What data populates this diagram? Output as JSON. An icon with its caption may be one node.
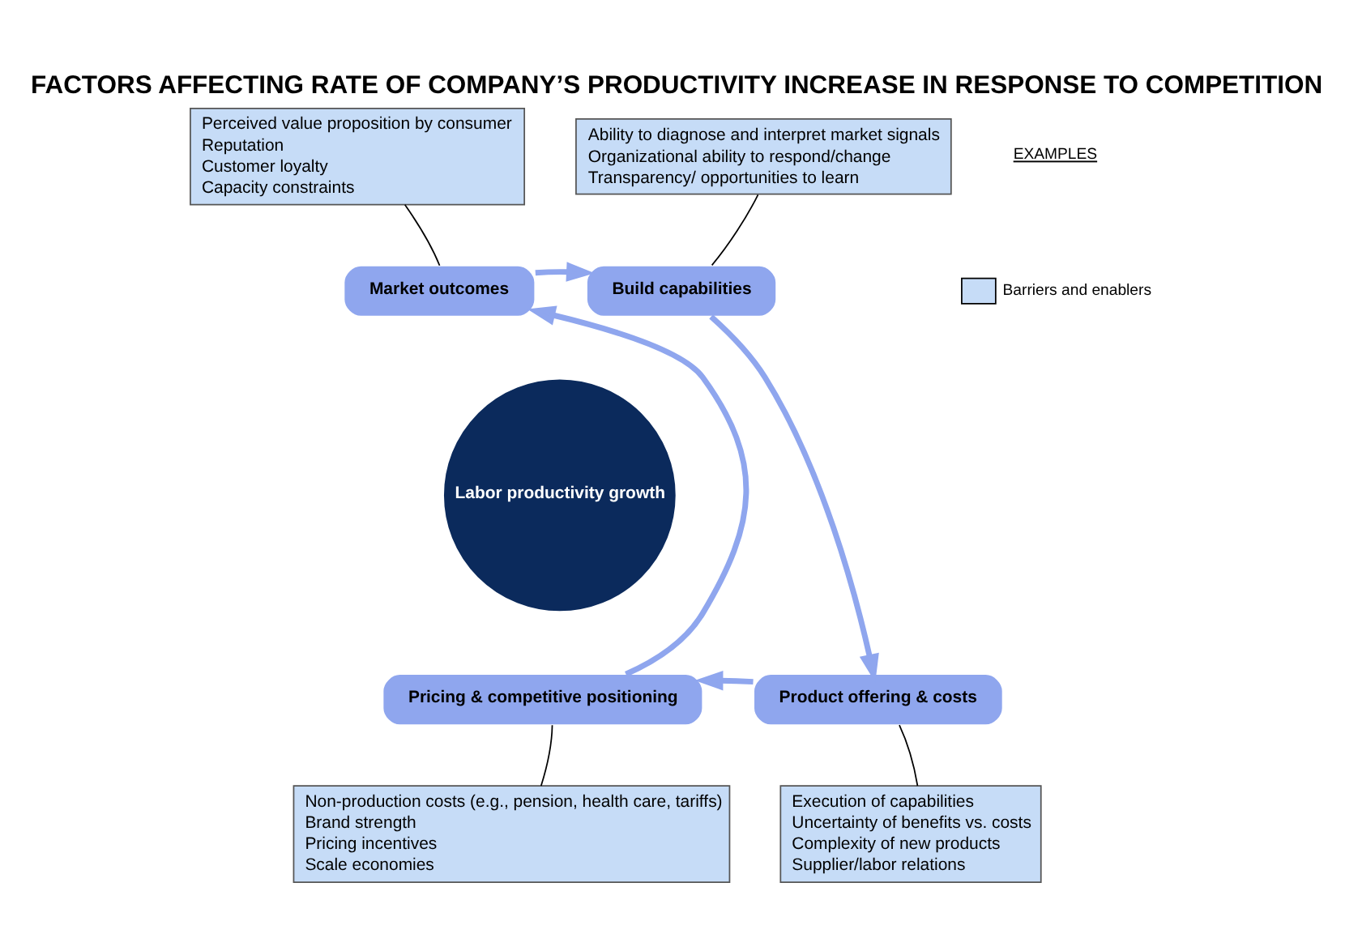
{
  "diagram": {
    "title": "FACTORS AFFECTING RATE OF COMPANY’S PRODUCTIVITY INCREASE IN RESPONSE TO COMPETITION",
    "nodes": [
      {
        "text": [
          "Labor productivity growth"
        ]
      },
      {
        "text": [
          "Market outcomes"
        ]
      },
      {
        "text": [
          "Build capabilities"
        ]
      },
      {
        "text": [
          "Product offering & costs"
        ]
      },
      {
        "text": [
          "Pricing & competitive positioning"
        ]
      },
      {
        "text": [
          "Ability to diagnose and interpret market signals",
          "Organizational ability to respond/change",
          "Transparency/ opportunities to learn"
        ]
      },
      {
        "text": [
          "Perceived value proposition by consumer",
          "Reputation",
          "Customer loyalty",
          "Capacity constraints"
        ]
      },
      {
        "text": [
          "Execution of capabilities",
          "Uncertainty of benefits vs. costs",
          "Complexity of new products",
          "Supplier/labor relations"
        ]
      },
      {
        "text": [
          "Non-production costs (e.g., pension, health care, tariffs)",
          "Brand strength",
          "Pricing incentives",
          "Scale economies"
        ]
      }
    ],
    "edges": [
      {
        "from": 1,
        "to": 2,
        "arrow": "to",
        "style": "thick",
        "color": "#8fa6ee"
      },
      {
        "from": 2,
        "to": 3,
        "arrow": "to",
        "style": "thick",
        "color": "#8fa6ee"
      },
      {
        "from": 3,
        "to": 4,
        "arrow": "to",
        "style": "thick",
        "color": "#8fa6ee"
      },
      {
        "from": 4,
        "to": 1,
        "arrow": "to",
        "style": "thick",
        "color": "#8fa6ee"
      },
      {
        "from": 5,
        "to": 2,
        "arrow": "none",
        "color": "#000000"
      },
      {
        "from": 6,
        "to": 1,
        "arrow": "none",
        "color": "#000000"
      },
      {
        "from": 7,
        "to": 3,
        "arrow": "none",
        "color": "#000000"
      },
      {
        "from": 8,
        "to": 4,
        "arrow": "none",
        "color": "#000000"
      }
    ],
    "labels": [
      "EXAMPLES"
    ],
    "legend": [
      {
        "text": "Barriers and enablers",
        "color": "#c6dcf7"
      }
    ]
  }
}
